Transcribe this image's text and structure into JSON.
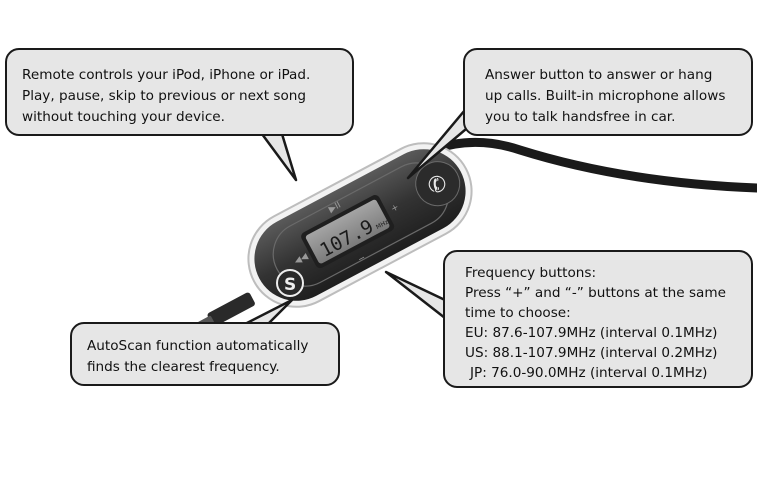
{
  "device": {
    "display_value": "107.9",
    "display_unit": "MHz",
    "logo_letter": "S"
  },
  "callouts": {
    "remote": {
      "lines": [
        "Remote controls your iPod, iPhone or iPad.",
        "Play, pause, skip to previous or next song",
        "without touching your device."
      ]
    },
    "answer": {
      "lines": [
        "Answer button to answer or hang",
        "up calls. Built-in microphone allows",
        "you to talk handsfree in car."
      ]
    },
    "frequency": {
      "lines": [
        "Frequency buttons:",
        "Press “+” and “-” buttons at the same",
        "time to choose:",
        "EU: 87.6-107.9MHz (interval 0.1MHz)",
        "US: 88.1-107.9MHz (interval 0.2MHz)",
        "JP: 76.0-90.0MHz (interval 0.1MHz)"
      ]
    },
    "autoscan": {
      "lines": [
        "AutoScan function automatically",
        "finds the clearest frequency."
      ]
    }
  },
  "colors": {
    "callout_bg": "#e6e6e6",
    "callout_border": "#1a1a1a",
    "device_body": "#3a3a3a",
    "display_bg": "#8a8a8a"
  }
}
